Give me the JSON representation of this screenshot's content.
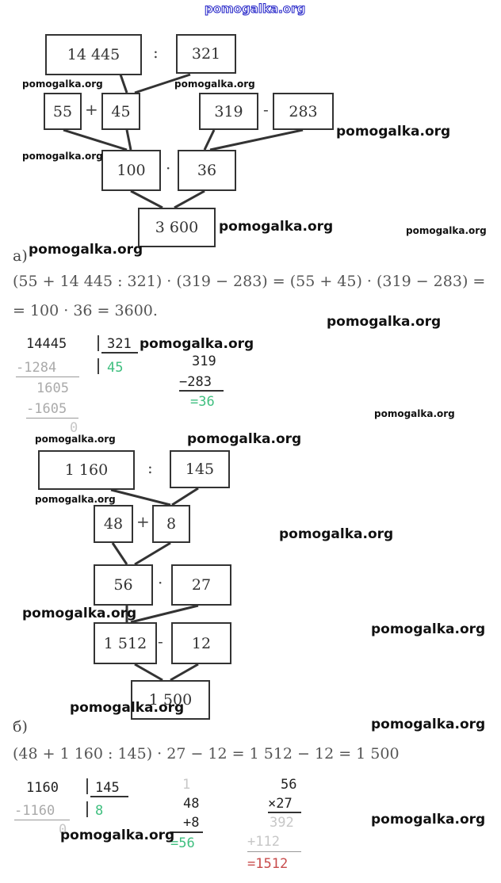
{
  "header": {
    "watermark": "pomogalka.org"
  },
  "watermark_text": "pomogalka.org",
  "part_a": {
    "label": "а)",
    "boxes": {
      "dividend": "14 445",
      "divisor": "321",
      "add1": "55",
      "add2": "45",
      "sub1": "319",
      "sub2": "283",
      "mul1": "100",
      "mul2": "36",
      "result": "3 600"
    },
    "ops": {
      "div": ":",
      "plus": "+",
      "minus": "-",
      "times": "·"
    },
    "equation_line1": "(55 + 14 445 : 321) · (319 − 283) = (55 + 45) · (319 − 283) =",
    "equation_line2": "= 100 · 36 = 3600.",
    "long_division": {
      "dividend": "14445",
      "divisor": "321",
      "quotient": "45",
      "sub1": "-1284",
      "rem1": "1605",
      "sub2": "-1605",
      "rem2": "0"
    },
    "column_subtraction": {
      "top": "319",
      "bottom": "−283",
      "result": "=36"
    }
  },
  "part_b": {
    "label": "б)",
    "boxes": {
      "dividend": "1 160",
      "divisor": "145",
      "add1": "48",
      "add2": "8",
      "mul1": "56",
      "mul2": "27",
      "sub1": "1 512",
      "sub2": "12",
      "result": "1 500"
    },
    "ops": {
      "div": ":",
      "plus": "+",
      "times": "·",
      "minus": "-"
    },
    "equation": "(48 + 1 160 : 145) · 27 − 12 = 1 512 − 12 = 1 500",
    "long_division": {
      "dividend": "1160",
      "divisor": "145",
      "quotient": "8",
      "sub": "-1160",
      "rem": "0"
    },
    "column_addition": {
      "carry": "1",
      "top": "48",
      "bottom": "+8",
      "result": "=56"
    },
    "column_multiplication": {
      "top": "56",
      "bottom": "×27",
      "partial1": "392",
      "partial2": "+112",
      "result": "=1512"
    }
  }
}
